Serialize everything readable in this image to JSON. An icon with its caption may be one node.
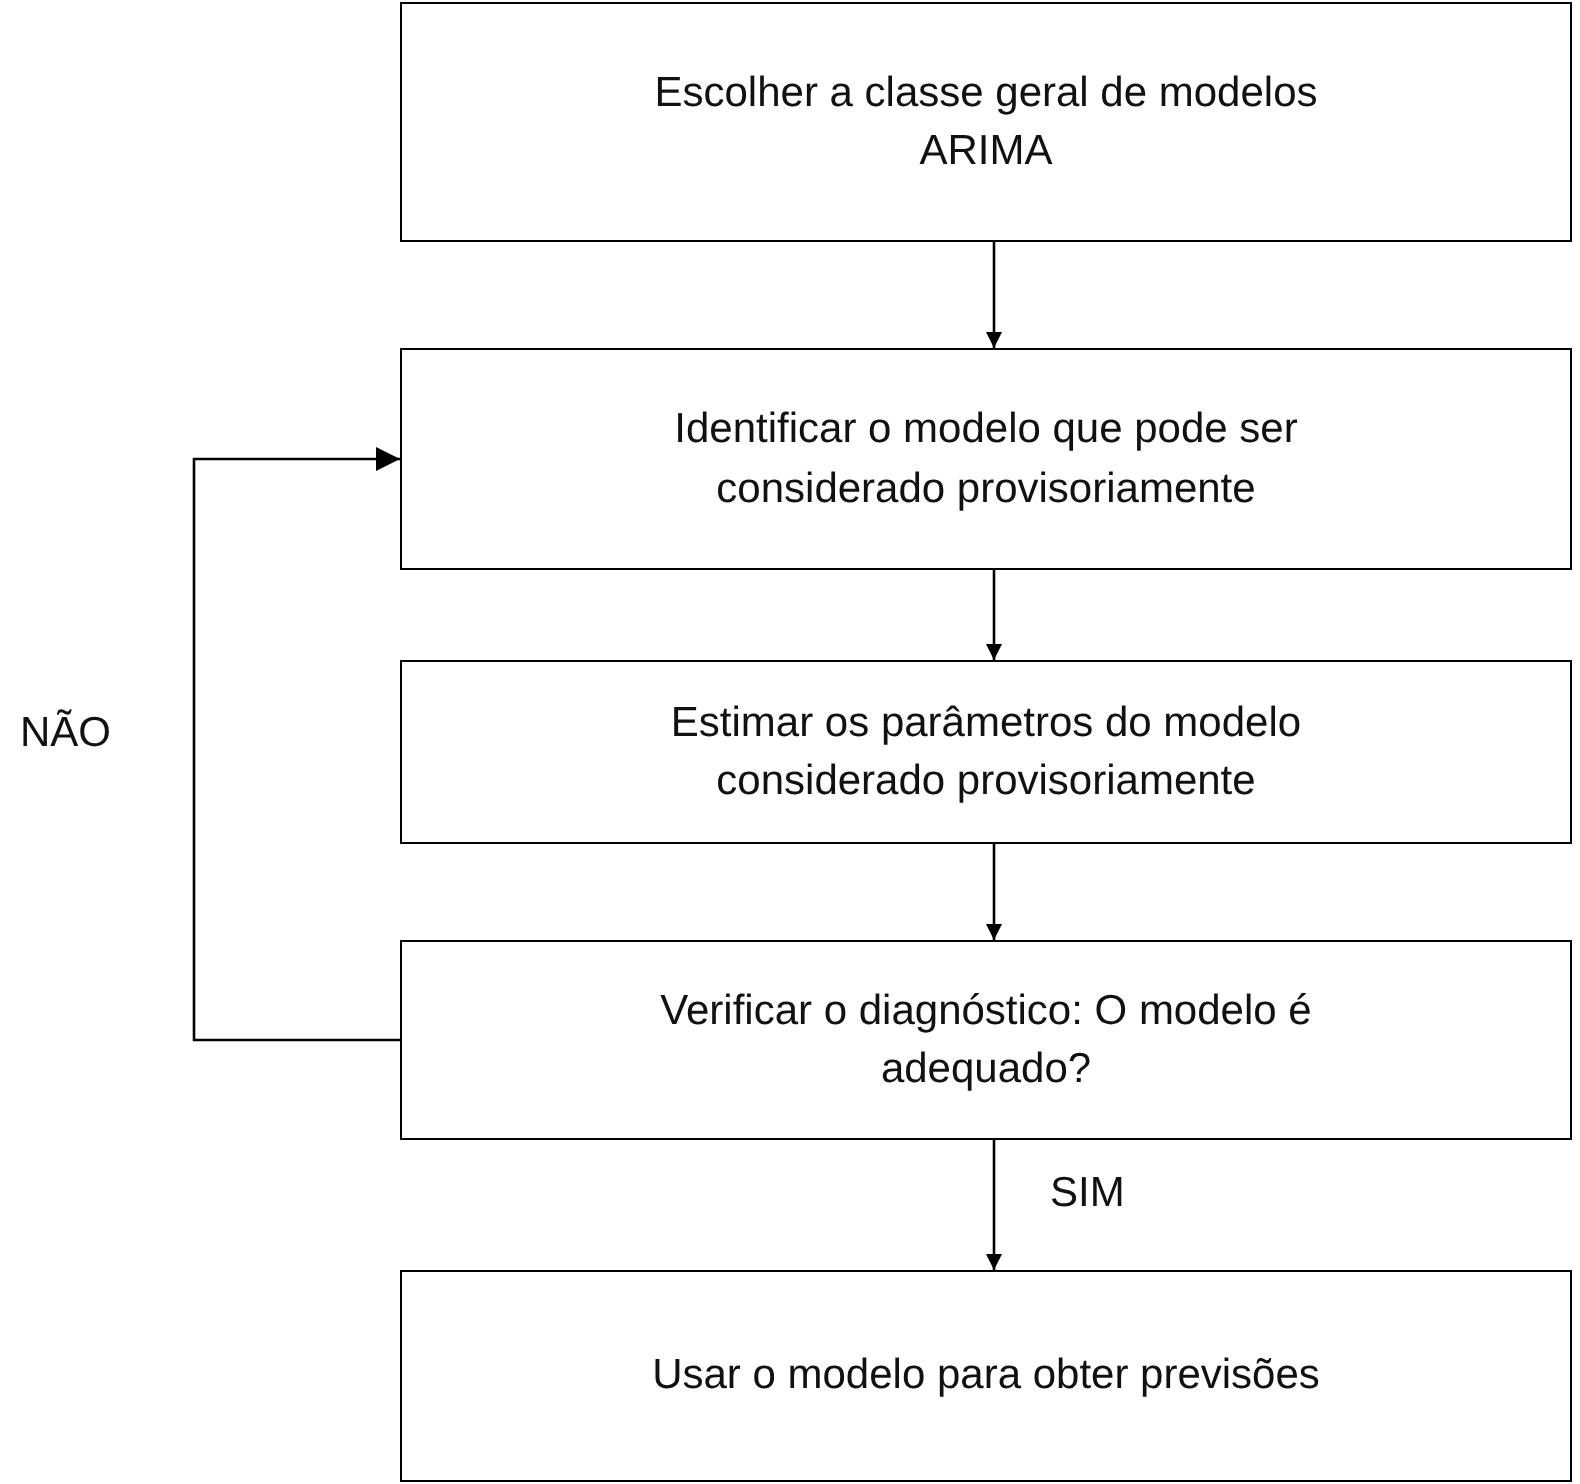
{
  "diagram": {
    "nodes": [
      {
        "text": [
          "Escolher a classe geral de modelos ARIMA"
        ]
      },
      {
        "text": [
          "Identificar o modelo que pode ser considerado provisoriamente"
        ]
      },
      {
        "text": [
          "Estimar os parâmetros do modelo considerado provisoriamente"
        ]
      },
      {
        "text": [
          "Verificar o diagnóstico: O modelo é adequado?"
        ]
      },
      {
        "text": [
          "Usar o modelo para obter previsões"
        ]
      }
    ],
    "edges": [
      {
        "from": 0,
        "to": 1,
        "arrow": "to"
      },
      {
        "from": 1,
        "to": 2,
        "arrow": "to"
      },
      {
        "from": 2,
        "to": 3,
        "arrow": "to"
      },
      {
        "from": 3,
        "to": 1,
        "arrow": "to",
        "label": "NÃO"
      },
      {
        "from": 3,
        "to": 4,
        "arrow": "to",
        "label": "SIM"
      }
    ]
  }
}
